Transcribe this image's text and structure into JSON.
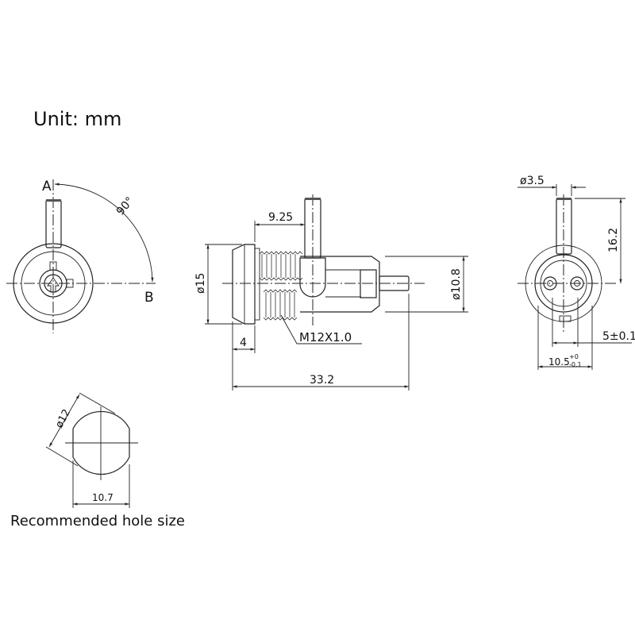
{
  "unit_label": "Unit: mm",
  "front_view": {
    "label_a": "A",
    "label_b": "B",
    "angle": "90°"
  },
  "side_view": {
    "pin_offset": "9.25",
    "bezel_diameter": "ø15",
    "body_diameter": "ø10.8",
    "bezel_thickness": "4",
    "total_length": "33.2",
    "thread": "M12X1.0"
  },
  "rear_view": {
    "pin_diameter": "ø3.5",
    "pin_height": "16.2",
    "hole_spacing": "5±0.1",
    "width": "10.5",
    "width_tol_upper": "+0",
    "width_tol_lower": "-0.1"
  },
  "hole": {
    "diameter": "ø12",
    "flat_width": "10.7",
    "caption": "Recommended hole size"
  }
}
